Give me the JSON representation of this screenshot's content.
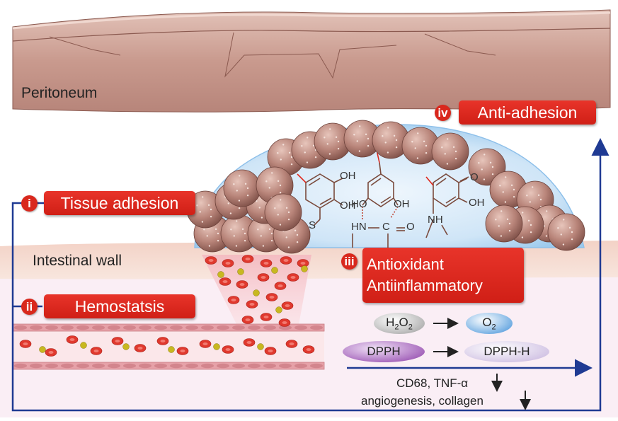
{
  "labels": {
    "peritoneum": "Peritoneum",
    "intestinal_wall": "Intestinal wall"
  },
  "steps": [
    {
      "num": "i",
      "title": "Tissue adhesion"
    },
    {
      "num": "ii",
      "title": "Hemostatsis"
    },
    {
      "num": "iii",
      "title_line1": "Antioxidant",
      "title_line2": "Antiinflammatory"
    },
    {
      "num": "iv",
      "title": "Anti-adhesion"
    }
  ],
  "reactions": [
    {
      "from": "H2O2",
      "to": "O2"
    },
    {
      "from": "DPPH",
      "to": "DPPH-H"
    }
  ],
  "markers": {
    "line1": "CD68, TNF-α",
    "line2": "angiogenesis, collagen"
  },
  "chemistry": {
    "oh": "OH",
    "ho": "HO",
    "o": "O",
    "s": "S",
    "hn": "HN",
    "c": "C",
    "nh": "NH"
  },
  "colors": {
    "accent_red": "#e0271c",
    "arrow_blue": "#1f3a93",
    "peritoneum": "#c99a8e",
    "hydrogel": "#cfe6f8",
    "nanoparticle": "#b07c72"
  }
}
